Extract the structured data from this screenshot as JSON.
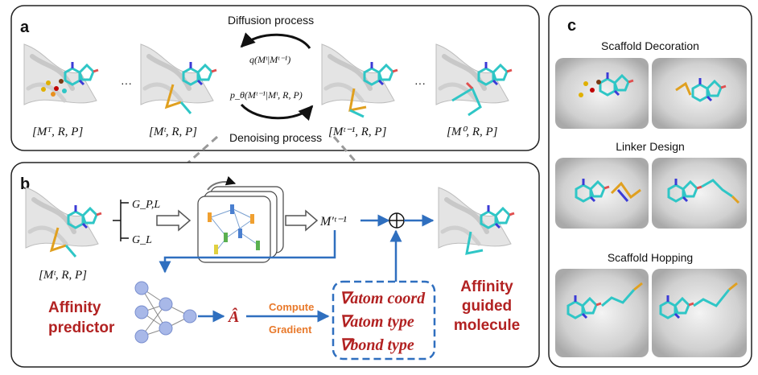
{
  "panels": {
    "a": {
      "letter": "a",
      "process_top": "Diffusion process",
      "process_bottom": "Denoising process",
      "q_formula": "q(Mᵗ|Mᵗ⁻¹)",
      "p_formula": "p_θ(Mᵗ⁻¹|Mᵗ, R, P)",
      "states": [
        "[Mᵀ, R, P]",
        "[Mᵗ, R, P]",
        "[Mᵗ⁻¹, R, P]",
        "[M⁰, R, P]"
      ],
      "ellipsis": "···"
    },
    "b": {
      "letter": "b",
      "input_state": "[Mᵗ, R, P]",
      "graph_pl": "G_P,L",
      "graph_l": "G_L",
      "output_m": "M′ᵗ⁻¹",
      "affinity_predictor": [
        "Affinity",
        "predictor"
      ],
      "a_hat": "Â",
      "compute_gradient": [
        "Compute",
        "Gradient"
      ],
      "gradients": [
        "∇atom coord",
        "∇atom type",
        "∇bond type"
      ],
      "guided_molecule": [
        "Affinity",
        "guided",
        "molecule"
      ]
    },
    "c": {
      "letter": "c",
      "titles": [
        "Scaffold Decoration",
        "Linker Design",
        "Scaffold Hopping"
      ]
    }
  },
  "colors": {
    "arrow": "#2f6fbf",
    "red": "#b22222",
    "orange": "#e8792b",
    "cyan": "#2fc6c6",
    "node": "#a8b8e8",
    "dashed_box": "#2f6fbf"
  }
}
